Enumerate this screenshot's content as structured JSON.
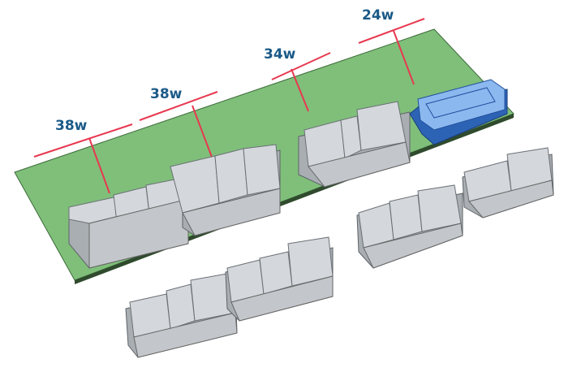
{
  "labels": [
    "38w",
    "38w",
    "34w",
    "24w"
  ],
  "colors": {
    "label": "#1b5a88",
    "leader": "#e8384f",
    "board": "#7fbf7a",
    "connector": "#d4d8dc",
    "connector_blue": "#8cb8f0"
  }
}
